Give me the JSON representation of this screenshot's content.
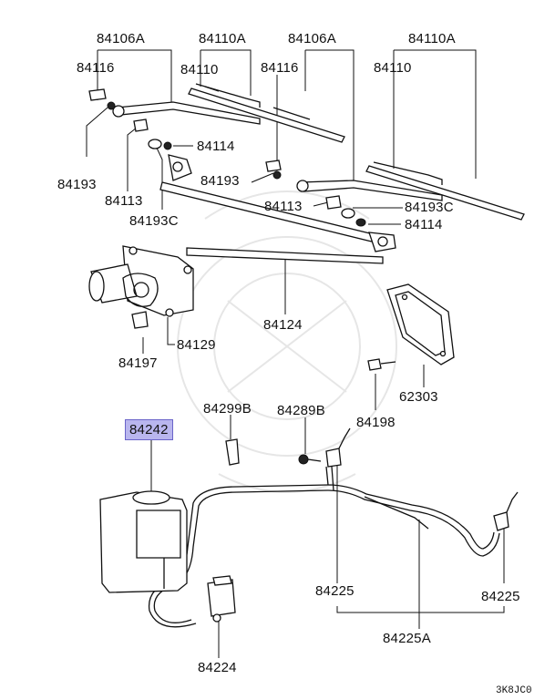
{
  "highlight_color": "#b9b6ee",
  "labels": [
    {
      "id": "84106A-left",
      "text": "84106A",
      "highlight": false
    },
    {
      "id": "84110A-left",
      "text": "84110A",
      "highlight": false
    },
    {
      "id": "84106A-right",
      "text": "84106A",
      "highlight": false
    },
    {
      "id": "84110A-right",
      "text": "84110A",
      "highlight": false
    },
    {
      "id": "84116-left",
      "text": "84116",
      "highlight": false
    },
    {
      "id": "84110-left",
      "text": "84110",
      "highlight": false
    },
    {
      "id": "84116-right",
      "text": "84116",
      "highlight": false
    },
    {
      "id": "84110-right",
      "text": "84110",
      "highlight": false
    },
    {
      "id": "84114-left",
      "text": "84114",
      "highlight": false
    },
    {
      "id": "84193-left",
      "text": "84193",
      "highlight": false
    },
    {
      "id": "84193-right",
      "text": "84193",
      "highlight": false
    },
    {
      "id": "84113-left",
      "text": "84113",
      "highlight": false
    },
    {
      "id": "84113-right",
      "text": "84113",
      "highlight": false
    },
    {
      "id": "84193C-right",
      "text": "84193C",
      "highlight": false
    },
    {
      "id": "84193C-left",
      "text": "84193C",
      "highlight": false
    },
    {
      "id": "84114-right",
      "text": "84114",
      "highlight": false
    },
    {
      "id": "84124",
      "text": "84124",
      "highlight": false
    },
    {
      "id": "84129",
      "text": "84129",
      "highlight": false
    },
    {
      "id": "84197",
      "text": "84197",
      "highlight": false
    },
    {
      "id": "62303",
      "text": "62303",
      "highlight": false
    },
    {
      "id": "84299B",
      "text": "84299B",
      "highlight": false
    },
    {
      "id": "84289B",
      "text": "84289B",
      "highlight": false
    },
    {
      "id": "84198",
      "text": "84198",
      "highlight": false
    },
    {
      "id": "84242",
      "text": "84242",
      "highlight": true
    },
    {
      "id": "84225-left",
      "text": "84225",
      "highlight": false
    },
    {
      "id": "84225-right",
      "text": "84225",
      "highlight": false
    },
    {
      "id": "84225A",
      "text": "84225A",
      "highlight": false
    },
    {
      "id": "84224",
      "text": "84224",
      "highlight": false
    }
  ],
  "diagram_code": "3K8JC0"
}
